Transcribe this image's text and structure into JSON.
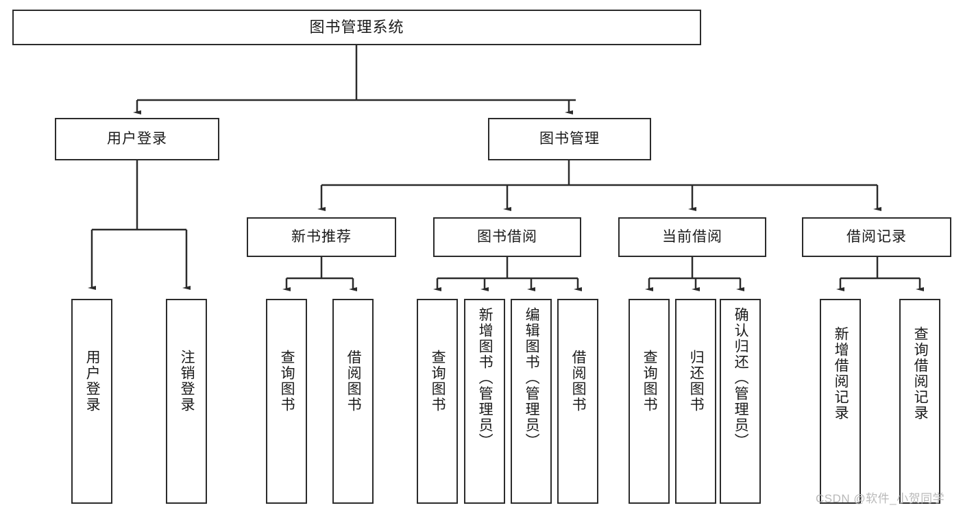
{
  "diagram": {
    "title": "图书管理系统",
    "watermark": "CSDN @软件_小贺同学",
    "colors": {
      "stroke": "#2b2b2b",
      "fill": "#ffffff",
      "text": "#1a1a1a",
      "watermark": "#b9b9b9"
    },
    "nodes": {
      "root": {
        "label": "图书管理系统"
      },
      "level2": [
        {
          "label": "用户登录"
        },
        {
          "label": "图书管理"
        }
      ],
      "level3": [
        {
          "label": "新书推荐"
        },
        {
          "label": "图书借阅"
        },
        {
          "label": "当前借阅"
        },
        {
          "label": "借阅记录"
        }
      ],
      "leaves_user_login": [
        {
          "label": "用户登录"
        },
        {
          "label": "注销登录"
        }
      ],
      "leaves_new_book": [
        {
          "label": "查询图书"
        },
        {
          "label": "借阅图书"
        }
      ],
      "leaves_borrow": [
        {
          "label": "查询图书"
        },
        {
          "label": "新增图书（管理员）"
        },
        {
          "label": "编辑图书（管理员）"
        },
        {
          "label": "借阅图书"
        }
      ],
      "leaves_current": [
        {
          "label": "查询图书"
        },
        {
          "label": "归还图书"
        },
        {
          "label": "确认归还（管理员）"
        }
      ],
      "leaves_record": [
        {
          "label": "新增借阅记录"
        },
        {
          "label": "查询借阅记录"
        }
      ]
    }
  }
}
